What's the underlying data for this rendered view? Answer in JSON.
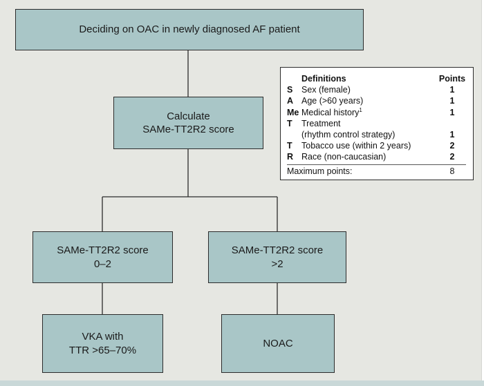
{
  "nodes": {
    "start": "Deciding on OAC in newly diagnosed AF patient",
    "calculate": "Calculate\nSAMe-TT2R2 score",
    "low_score": "SAMe-TT2R2 score\n0–2",
    "high_score": "SAMe-TT2R2 score\n>2",
    "vka": "VKA with\nTTR >65–70%",
    "noac": "NOAC"
  },
  "definitions": {
    "header_definitions": "Definitions",
    "header_points": "Points",
    "rows": [
      {
        "letter": "S",
        "text": "Sex (female)",
        "points": "1"
      },
      {
        "letter": "A",
        "text": "Age (>60 years)",
        "points": "1"
      },
      {
        "letter": "Me",
        "text": "Medical history",
        "sup": "1",
        "points": "1"
      },
      {
        "letter": "T",
        "text": "Treatment",
        "points": ""
      },
      {
        "letter": "",
        "text": "(rhythm control strategy)",
        "points": "1"
      },
      {
        "letter": "T",
        "text": "Tobacco use (within 2 years)",
        "points": "2"
      },
      {
        "letter": "R",
        "text": "Race (non-caucasian)",
        "points": "2"
      }
    ],
    "max_label": "Maximum points:",
    "max_value": "8"
  },
  "colors": {
    "box_fill": "#a9c6c7",
    "background": "#e6e7e2",
    "border": "#2b2b2b"
  }
}
